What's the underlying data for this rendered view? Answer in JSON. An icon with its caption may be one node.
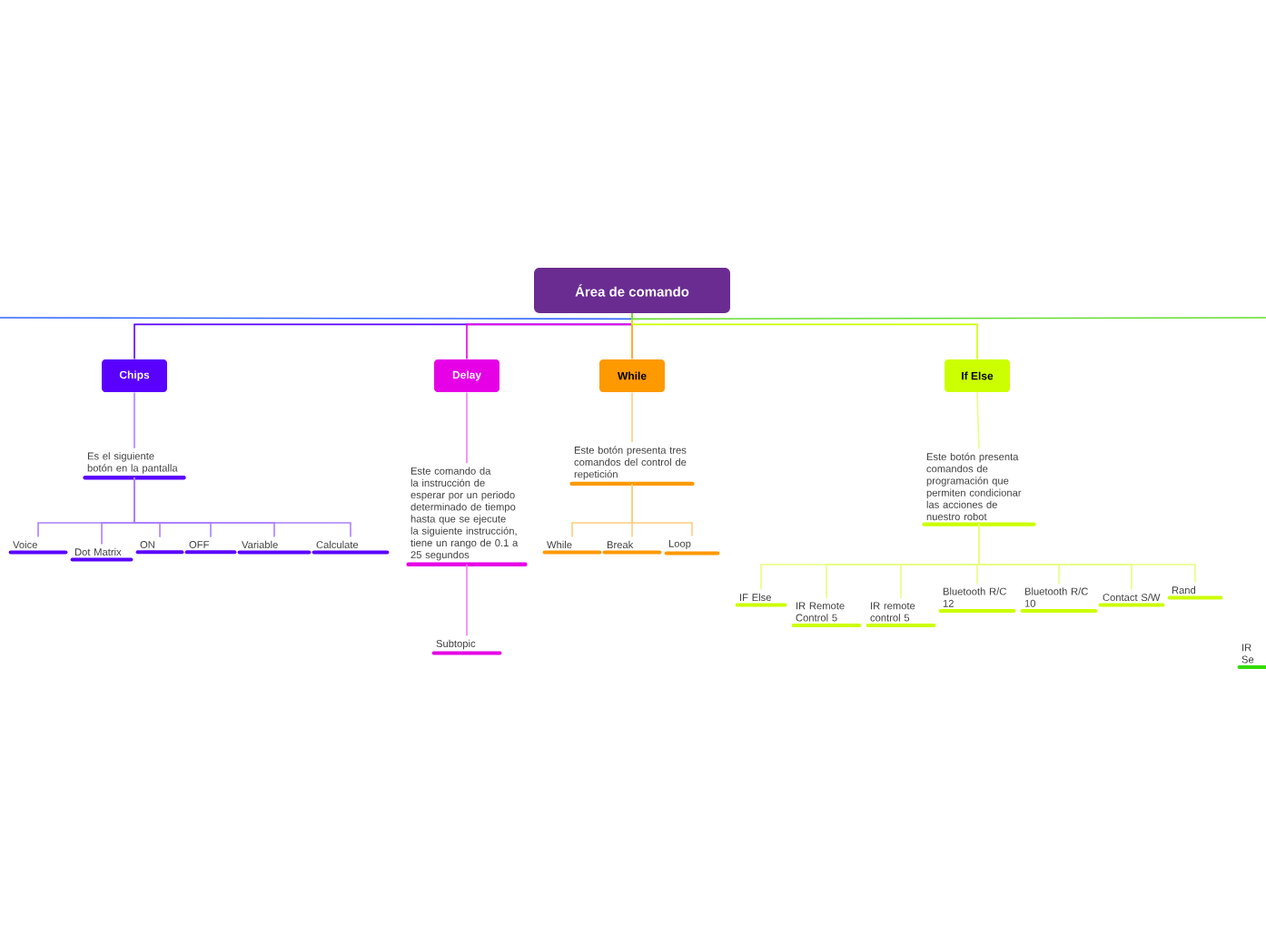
{
  "diagram": {
    "nodes": [
      {
        "text": [
          "Área de comando"
        ]
      },
      {
        "text": [
          "Chips"
        ]
      },
      {
        "text": [
          "Delay"
        ]
      },
      {
        "text": [
          "While"
        ]
      },
      {
        "text": [
          "If Else"
        ]
      },
      {
        "text": [
          "Es el siguiente botón en la pantalla"
        ]
      },
      {
        "text": [
          "Este comando da la instrucción de esperar por un periodo determinado de tiempo hasta que se ejecute la siguiente instrucción, tiene un rango de 0.1 a 25 segundos"
        ]
      },
      {
        "text": [
          "Este botón presenta tres comandos del control de repetición"
        ]
      },
      {
        "text": [
          "Este botón presenta comandos de programación que permiten condicionar las acciones de nuestro robot"
        ]
      },
      {
        "text": [
          "Voice"
        ]
      },
      {
        "text": [
          "Dot Matrix"
        ]
      },
      {
        "text": [
          "ON"
        ]
      },
      {
        "text": [
          "OFF"
        ]
      },
      {
        "text": [
          "Variable"
        ]
      },
      {
        "text": [
          "Calculate"
        ]
      },
      {
        "text": [
          "Subtopic"
        ]
      },
      {
        "text": [
          "While"
        ]
      },
      {
        "text": [
          "Break"
        ]
      },
      {
        "text": [
          "Loop"
        ]
      },
      {
        "text": [
          "IF Else"
        ]
      },
      {
        "text": [
          "IR Remote Control 5"
        ]
      },
      {
        "text": [
          "IR remote control 5"
        ]
      },
      {
        "text": [
          "Bluetooth R/C 12"
        ]
      },
      {
        "text": [
          "Bluetooth R/C 10"
        ]
      },
      {
        "text": [
          "Contact S/W"
        ]
      },
      {
        "text": [
          "Rand"
        ]
      },
      {
        "text": [
          "IR Se"
        ]
      }
    ],
    "edges": [
      {
        "from": 0,
        "to": null,
        "arrow": "none",
        "color": "#3366ff"
      },
      {
        "from": 0,
        "to": 1,
        "arrow": "none",
        "color": "#5a00ff"
      },
      {
        "from": 0,
        "to": 2,
        "arrow": "none",
        "color": "#e600e6"
      },
      {
        "from": 0,
        "to": 3,
        "arrow": "none",
        "color": "#ff9900"
      },
      {
        "from": 0,
        "to": 4,
        "arrow": "none",
        "color": "#ccff00"
      },
      {
        "from": 0,
        "to": null,
        "arrow": "none",
        "color": "#66dd33"
      },
      {
        "from": 1,
        "to": 5,
        "arrow": "none",
        "color": "#ac80ff"
      },
      {
        "from": 2,
        "to": 6,
        "arrow": "none",
        "color": "#f080f0"
      },
      {
        "from": 3,
        "to": 7,
        "arrow": "none",
        "color": "#ffcc80"
      },
      {
        "from": 4,
        "to": 8,
        "arrow": "none",
        "color": "#e6ff80"
      },
      {
        "from": 5,
        "to": 9,
        "arrow": "none",
        "color": "#ac80ff"
      },
      {
        "from": 5,
        "to": 10,
        "arrow": "none",
        "color": "#ac80ff"
      },
      {
        "from": 5,
        "to": 11,
        "arrow": "none",
        "color": "#ac80ff"
      },
      {
        "from": 5,
        "to": 12,
        "arrow": "none",
        "color": "#ac80ff"
      },
      {
        "from": 5,
        "to": 13,
        "arrow": "none",
        "color": "#ac80ff"
      },
      {
        "from": 5,
        "to": 14,
        "arrow": "none",
        "color": "#ac80ff"
      },
      {
        "from": 6,
        "to": 15,
        "arrow": "none",
        "color": "#f080f0"
      },
      {
        "from": 7,
        "to": 16,
        "arrow": "none",
        "color": "#ffcc80"
      },
      {
        "from": 7,
        "to": 17,
        "arrow": "none",
        "color": "#ffcc80"
      },
      {
        "from": 7,
        "to": 18,
        "arrow": "none",
        "color": "#ffcc80"
      },
      {
        "from": 8,
        "to": 19,
        "arrow": "none",
        "color": "#e6ff80"
      },
      {
        "from": 8,
        "to": 20,
        "arrow": "none",
        "color": "#e6ff80"
      },
      {
        "from": 8,
        "to": 21,
        "arrow": "none",
        "color": "#e6ff80"
      },
      {
        "from": 8,
        "to": 22,
        "arrow": "none",
        "color": "#e6ff80"
      },
      {
        "from": 8,
        "to": 23,
        "arrow": "none",
        "color": "#e6ff80"
      },
      {
        "from": 8,
        "to": 24,
        "arrow": "none",
        "color": "#e6ff80"
      },
      {
        "from": 8,
        "to": 25,
        "arrow": "none",
        "color": "#e6ff80"
      }
    ]
  }
}
